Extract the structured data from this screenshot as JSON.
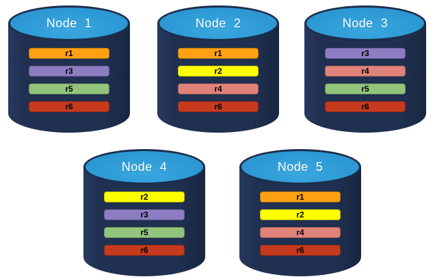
{
  "diagram": {
    "description": "Five database nodes each holding four replicas"
  },
  "replica_colors": {
    "r1": "#FFA113",
    "r2": "#FFFF00",
    "r3": "#8E7CC3",
    "r4": "#E0837A",
    "r5": "#93C47D",
    "r6": "#C63A1E"
  },
  "node_style": {
    "body_color": "#1F3050",
    "top_color": "#2E9BD6",
    "outline_color": "#1D2E4D",
    "label_color": "#FFFFFF"
  },
  "nodes": [
    {
      "label": "Node  1",
      "replicas": [
        "r1",
        "r3",
        "r5",
        "r6"
      ]
    },
    {
      "label": "Node  2",
      "replicas": [
        "r1",
        "r2",
        "r4",
        "r6"
      ]
    },
    {
      "label": "Node  3",
      "replicas": [
        "r3",
        "r4",
        "r5",
        "r6"
      ]
    },
    {
      "label": "Node  4",
      "replicas": [
        "r2",
        "r3",
        "r5",
        "r6"
      ]
    },
    {
      "label": "Node  5",
      "replicas": [
        "r1",
        "r2",
        "r4",
        "r6"
      ]
    }
  ]
}
